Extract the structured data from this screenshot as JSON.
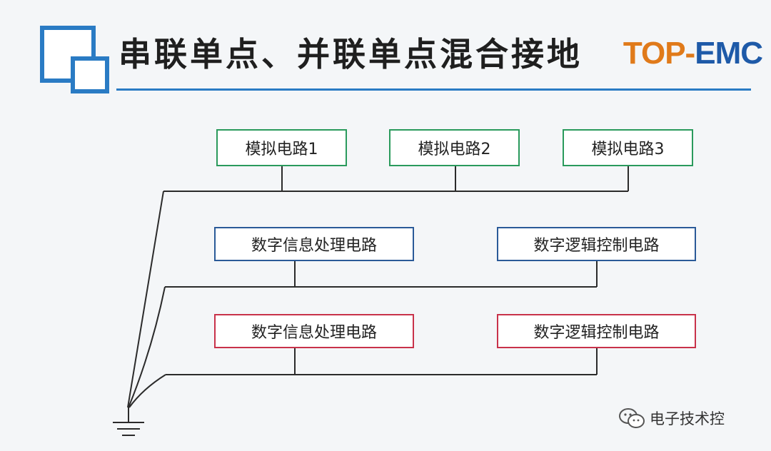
{
  "header": {
    "title": "串联单点、并联单点混合接地",
    "brand_part1": "TOP-",
    "brand_part2": "EMC"
  },
  "diagram": {
    "analog_circuits": [
      "模拟电路1",
      "模拟电路2",
      "模拟电路3"
    ],
    "digital_group_1": [
      "数字信息处理电路",
      "数字逻辑控制电路"
    ],
    "digital_group_2": [
      "数字信息处理电路",
      "数字逻辑控制电路"
    ]
  },
  "watermark": {
    "text": "电子技术控",
    "icon": "wechat-icon"
  },
  "colors": {
    "accent_blue": "#2a7bc4",
    "analog_border": "#2a9a5c",
    "digital_border": "#2a5a98",
    "red_border": "#c8324a",
    "brand_orange": "#e07a1a",
    "brand_blue": "#1e5aa8",
    "wire": "#2b2b2b"
  }
}
